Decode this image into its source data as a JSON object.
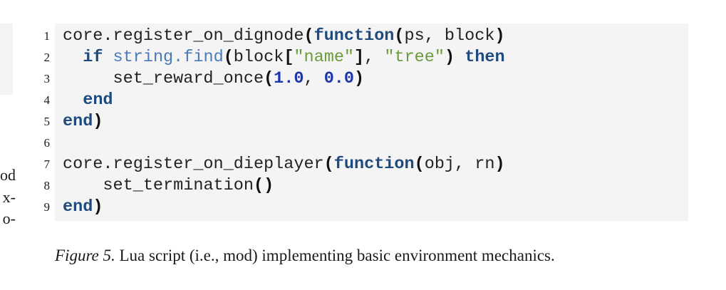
{
  "left_column": {
    "fragments": [
      "od",
      "x-",
      "o-"
    ]
  },
  "listing": {
    "lines": [
      {
        "number": "1",
        "indent": "",
        "tokens": [
          {
            "t": "plain",
            "v": "core.register_on_dignode"
          },
          {
            "t": "p",
            "v": "("
          },
          {
            "t": "kw",
            "v": "function"
          },
          {
            "t": "p",
            "v": "("
          },
          {
            "t": "plain",
            "v": "ps, block"
          },
          {
            "t": "p",
            "v": ")"
          }
        ]
      },
      {
        "number": "2",
        "indent": "  ",
        "tokens": [
          {
            "t": "kw",
            "v": "if"
          },
          {
            "t": "plain",
            "v": " "
          },
          {
            "t": "fn",
            "v": "string.find"
          },
          {
            "t": "p",
            "v": "("
          },
          {
            "t": "plain",
            "v": "block"
          },
          {
            "t": "p",
            "v": "["
          },
          {
            "t": "str",
            "v": "\"name\""
          },
          {
            "t": "p",
            "v": "]"
          },
          {
            "t": "plain",
            "v": ", "
          },
          {
            "t": "str",
            "v": "\"tree\""
          },
          {
            "t": "p",
            "v": ")"
          },
          {
            "t": "plain",
            "v": " "
          },
          {
            "t": "kw",
            "v": "then"
          }
        ]
      },
      {
        "number": "3",
        "indent": "     ",
        "tokens": [
          {
            "t": "plain",
            "v": "set_reward_once"
          },
          {
            "t": "p",
            "v": "("
          },
          {
            "t": "num",
            "v": "1.0"
          },
          {
            "t": "plain",
            "v": ", "
          },
          {
            "t": "num",
            "v": "0.0"
          },
          {
            "t": "p",
            "v": ")"
          }
        ]
      },
      {
        "number": "4",
        "indent": "  ",
        "tokens": [
          {
            "t": "kw",
            "v": "end"
          }
        ]
      },
      {
        "number": "5",
        "indent": "",
        "tokens": [
          {
            "t": "kw",
            "v": "end"
          },
          {
            "t": "p",
            "v": ")"
          }
        ]
      },
      {
        "number": "6",
        "indent": "",
        "tokens": []
      },
      {
        "number": "7",
        "indent": "",
        "tokens": [
          {
            "t": "plain",
            "v": "core.register_on_dieplayer"
          },
          {
            "t": "p",
            "v": "("
          },
          {
            "t": "kw",
            "v": "function"
          },
          {
            "t": "p",
            "v": "("
          },
          {
            "t": "plain",
            "v": "obj, rn"
          },
          {
            "t": "p",
            "v": ")"
          }
        ]
      },
      {
        "number": "8",
        "indent": "    ",
        "tokens": [
          {
            "t": "plain",
            "v": "set_termination"
          },
          {
            "t": "p",
            "v": "()"
          }
        ]
      },
      {
        "number": "9",
        "indent": "",
        "tokens": [
          {
            "t": "kw",
            "v": "end"
          },
          {
            "t": "p",
            "v": ")"
          }
        ]
      }
    ]
  },
  "caption": {
    "label": "Figure 5.",
    "text": " Lua script (i.e., mod) implementing basic environment mechanics."
  }
}
